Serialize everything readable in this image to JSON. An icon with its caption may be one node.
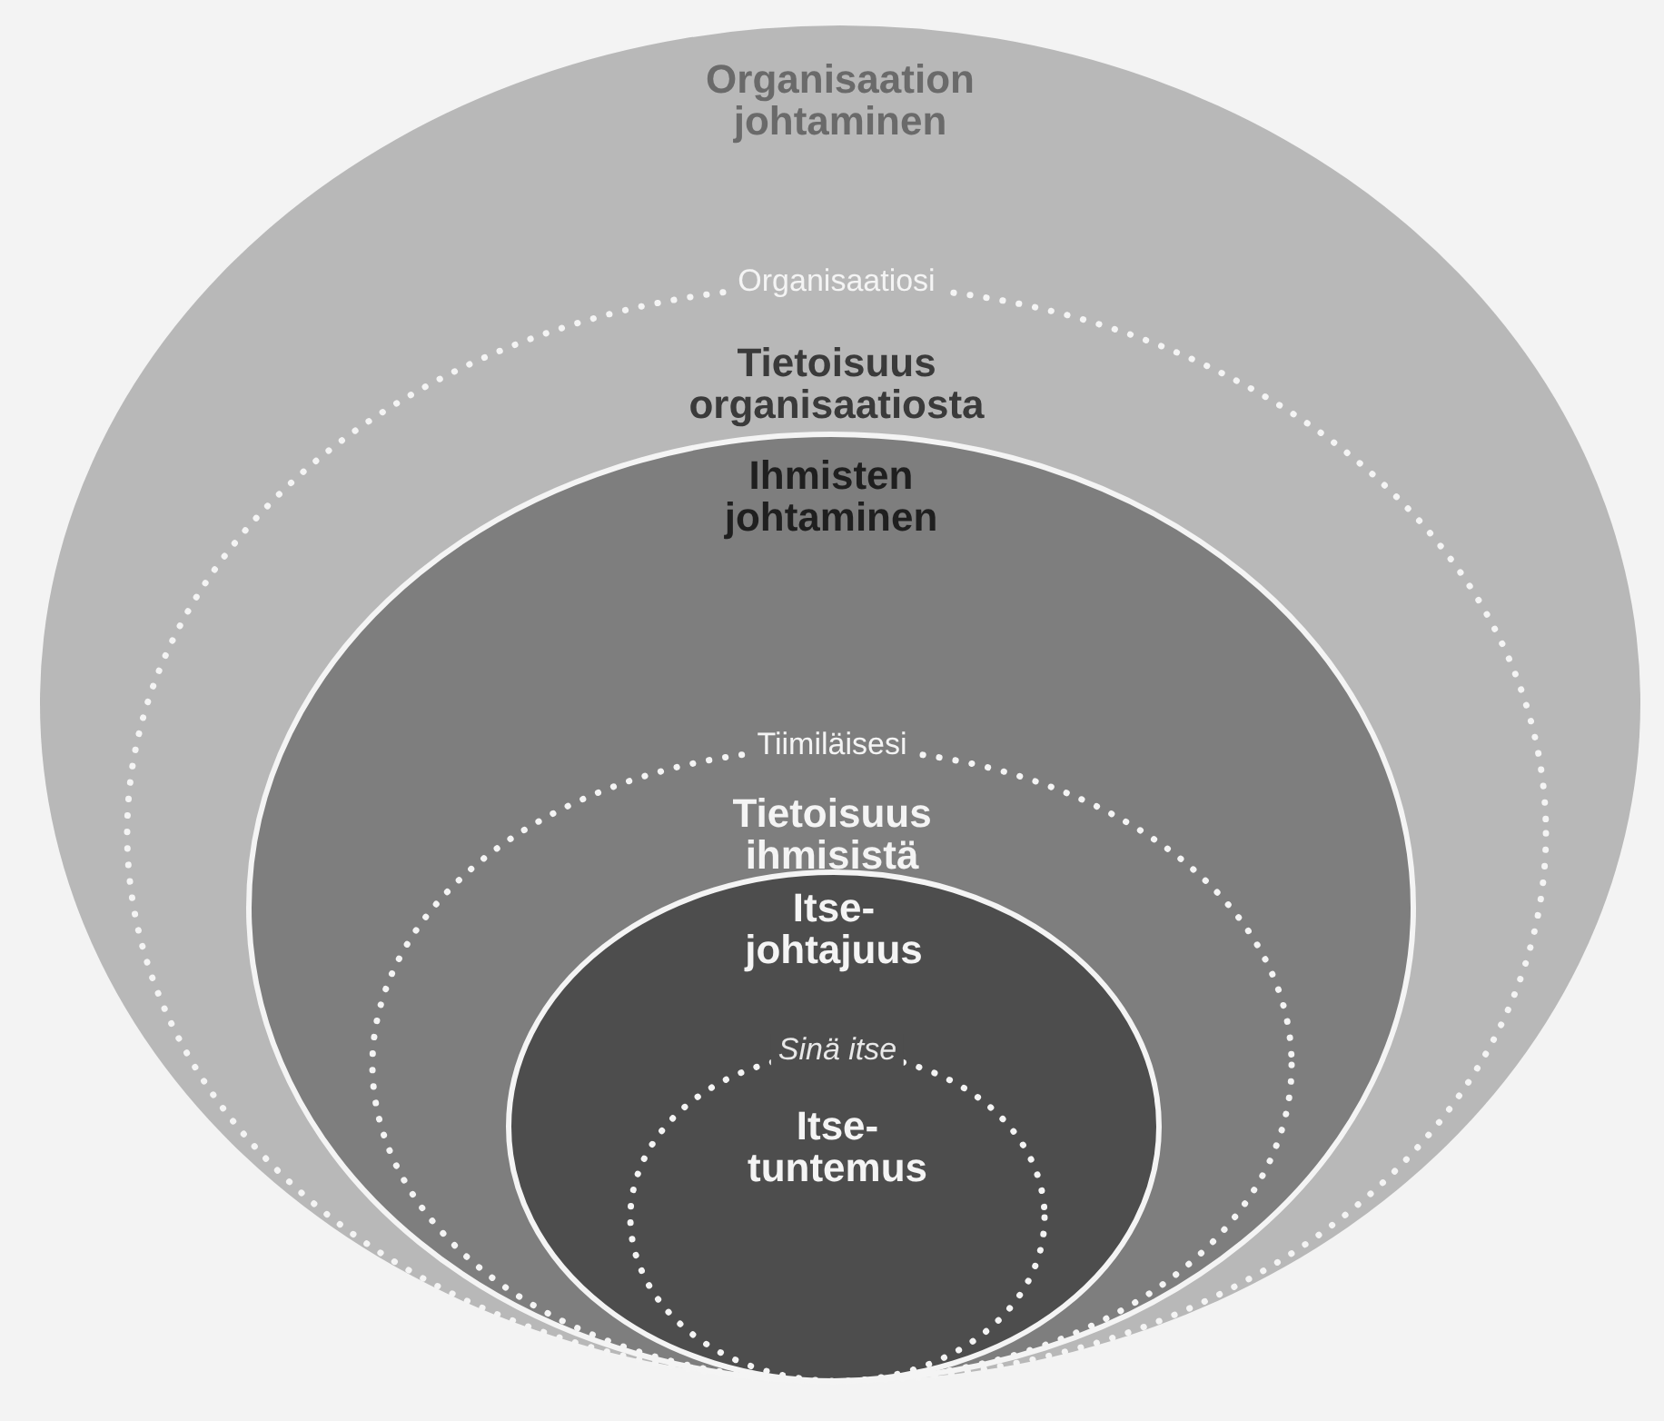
{
  "diagram": {
    "nodes": [
      {
        "text": [
          "Organisaation johtaminen"
        ]
      },
      {
        "text": [
          "Organisaatiosi",
          "Tietoisuus organisaatiosta"
        ],
        "in": 0
      },
      {
        "text": [
          "Ihmisten johtaminen"
        ],
        "in": 1
      },
      {
        "text": [
          "Tiimiläisesi",
          "Tietoisuus ihmisistä"
        ],
        "in": 2
      },
      {
        "text": [
          "Itse-johtajuus"
        ],
        "in": 3
      },
      {
        "text": [
          "Sinä itse",
          "Itse-tuntemus"
        ],
        "in": 4
      }
    ]
  }
}
